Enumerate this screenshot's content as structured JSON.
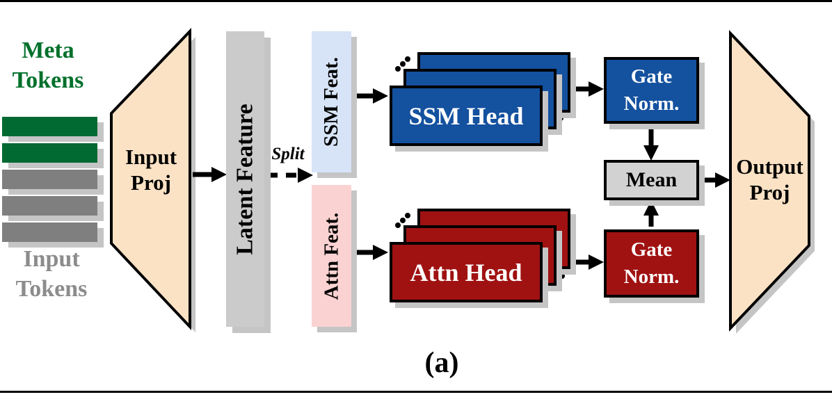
{
  "colors": {
    "meta_green": "#016932",
    "meta_text_green": "#00702B",
    "token_gray": "#7F7F7F",
    "input_tokens_gray": "#8C8C8C",
    "peach": "#FBE2C5",
    "latent_gray": "#CBCBCB",
    "ssm_feat_blue": "#D7E4F7",
    "attn_feat_pink": "#FAD2D2",
    "ssm_blue": "#14519F",
    "attn_red": "#A01212",
    "mean_gray": "#D2D2D2",
    "shadow": "#C5C5C5"
  },
  "labels": {
    "meta_tokens": {
      "line1": "Meta",
      "line2": "Tokens"
    },
    "input_tokens": {
      "line1": "Input",
      "line2": "Tokens"
    },
    "input_proj": {
      "line1": "Input",
      "line2": "Proj"
    },
    "latent_feature": "Latent Feature",
    "split": "Split",
    "ssm_feat": "SSM Feat.",
    "attn_feat": "Attn Feat.",
    "ssm_head": "SSM Head",
    "attn_head": "Attn Head",
    "gate_norm_ssm": {
      "line1": "Gate",
      "line2": "Norm."
    },
    "gate_norm_attn": {
      "line1": "Gate",
      "line2": "Norm."
    },
    "mean": "Mean",
    "output_proj": {
      "line1": "Output",
      "line2": "Proj"
    },
    "caption": "(a)"
  },
  "tokens": {
    "bars": [
      {
        "kind": "meta"
      },
      {
        "kind": "meta"
      },
      {
        "kind": "input"
      },
      {
        "kind": "input"
      },
      {
        "kind": "input"
      }
    ]
  }
}
